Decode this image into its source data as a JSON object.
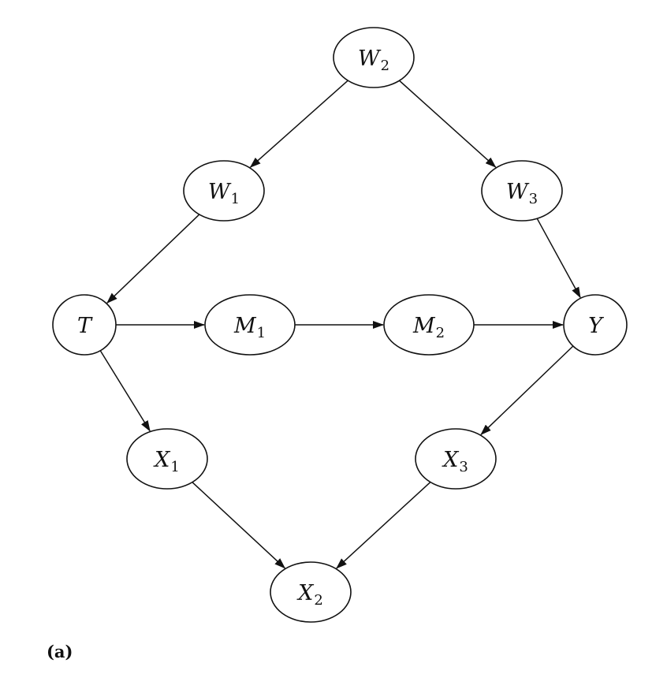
{
  "caption": "(a)",
  "nodes": [
    {
      "id": "W2",
      "name": "W",
      "sub": "2"
    },
    {
      "id": "W1",
      "name": "W",
      "sub": "1"
    },
    {
      "id": "W3",
      "name": "W",
      "sub": "3"
    },
    {
      "id": "T",
      "name": "T",
      "sub": ""
    },
    {
      "id": "M1",
      "name": "M",
      "sub": "1"
    },
    {
      "id": "M2",
      "name": "M",
      "sub": "2"
    },
    {
      "id": "Y",
      "name": "Y",
      "sub": ""
    },
    {
      "id": "X1",
      "name": "X",
      "sub": "1"
    },
    {
      "id": "X3",
      "name": "X",
      "sub": "3"
    },
    {
      "id": "X2",
      "name": "X",
      "sub": "2"
    }
  ],
  "edges": [
    {
      "from": "W2",
      "to": "W1"
    },
    {
      "from": "W2",
      "to": "W3"
    },
    {
      "from": "W1",
      "to": "T"
    },
    {
      "from": "W3",
      "to": "Y"
    },
    {
      "from": "T",
      "to": "M1"
    },
    {
      "from": "M1",
      "to": "M2"
    },
    {
      "from": "M2",
      "to": "Y"
    },
    {
      "from": "T",
      "to": "X1"
    },
    {
      "from": "Y",
      "to": "X3"
    },
    {
      "from": "X1",
      "to": "X2"
    },
    {
      "from": "X3",
      "to": "X2"
    }
  ]
}
